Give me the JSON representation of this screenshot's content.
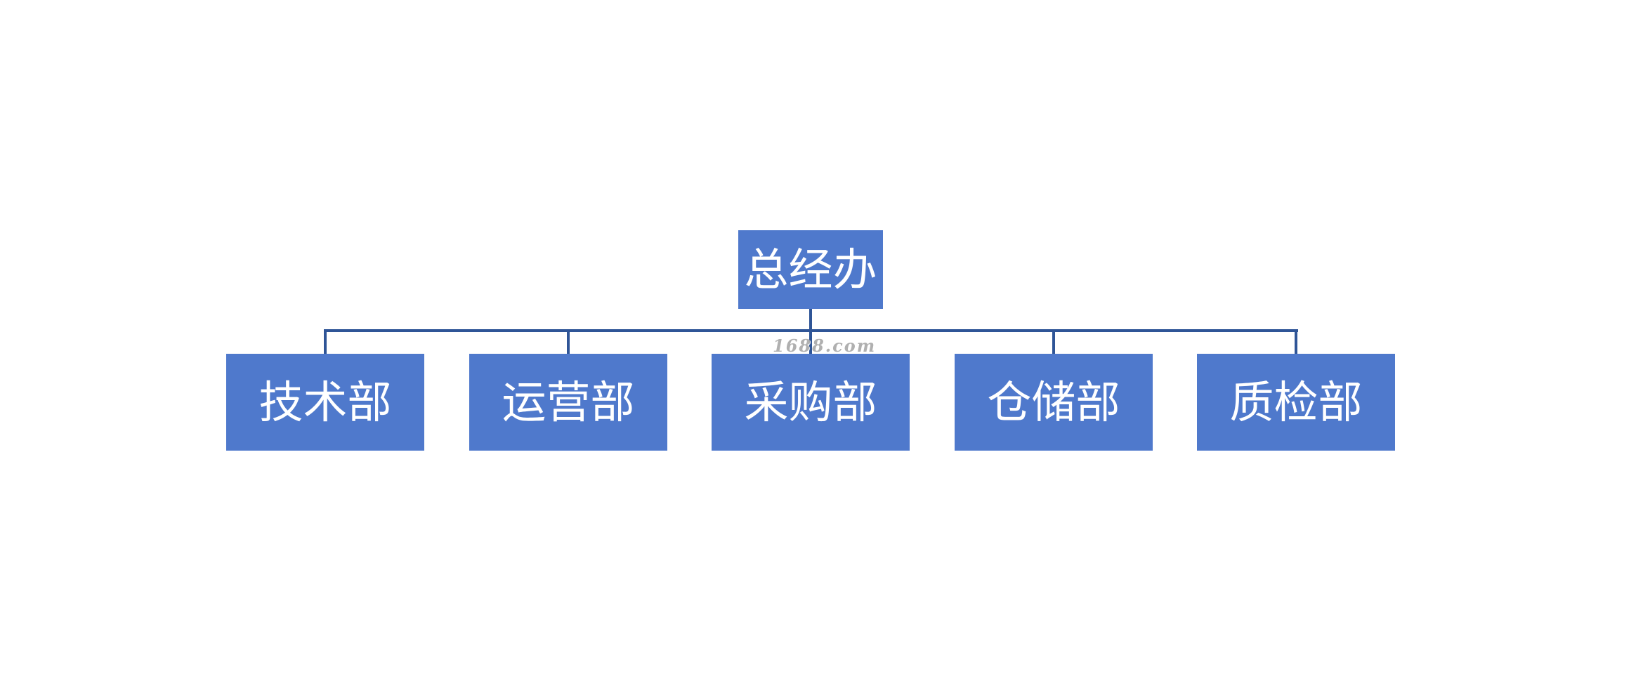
{
  "org_chart": {
    "root": {
      "label": "总经办"
    },
    "departments": [
      {
        "label": "技术部"
      },
      {
        "label": "运营部"
      },
      {
        "label": "采购部"
      },
      {
        "label": "仓储部"
      },
      {
        "label": "质检部"
      }
    ]
  },
  "watermark": {
    "text": "1688.com"
  },
  "colors": {
    "box_fill": "#4f79cc",
    "connector": "#2f5597",
    "label_text": "#ffffff",
    "background": "#ffffff"
  }
}
